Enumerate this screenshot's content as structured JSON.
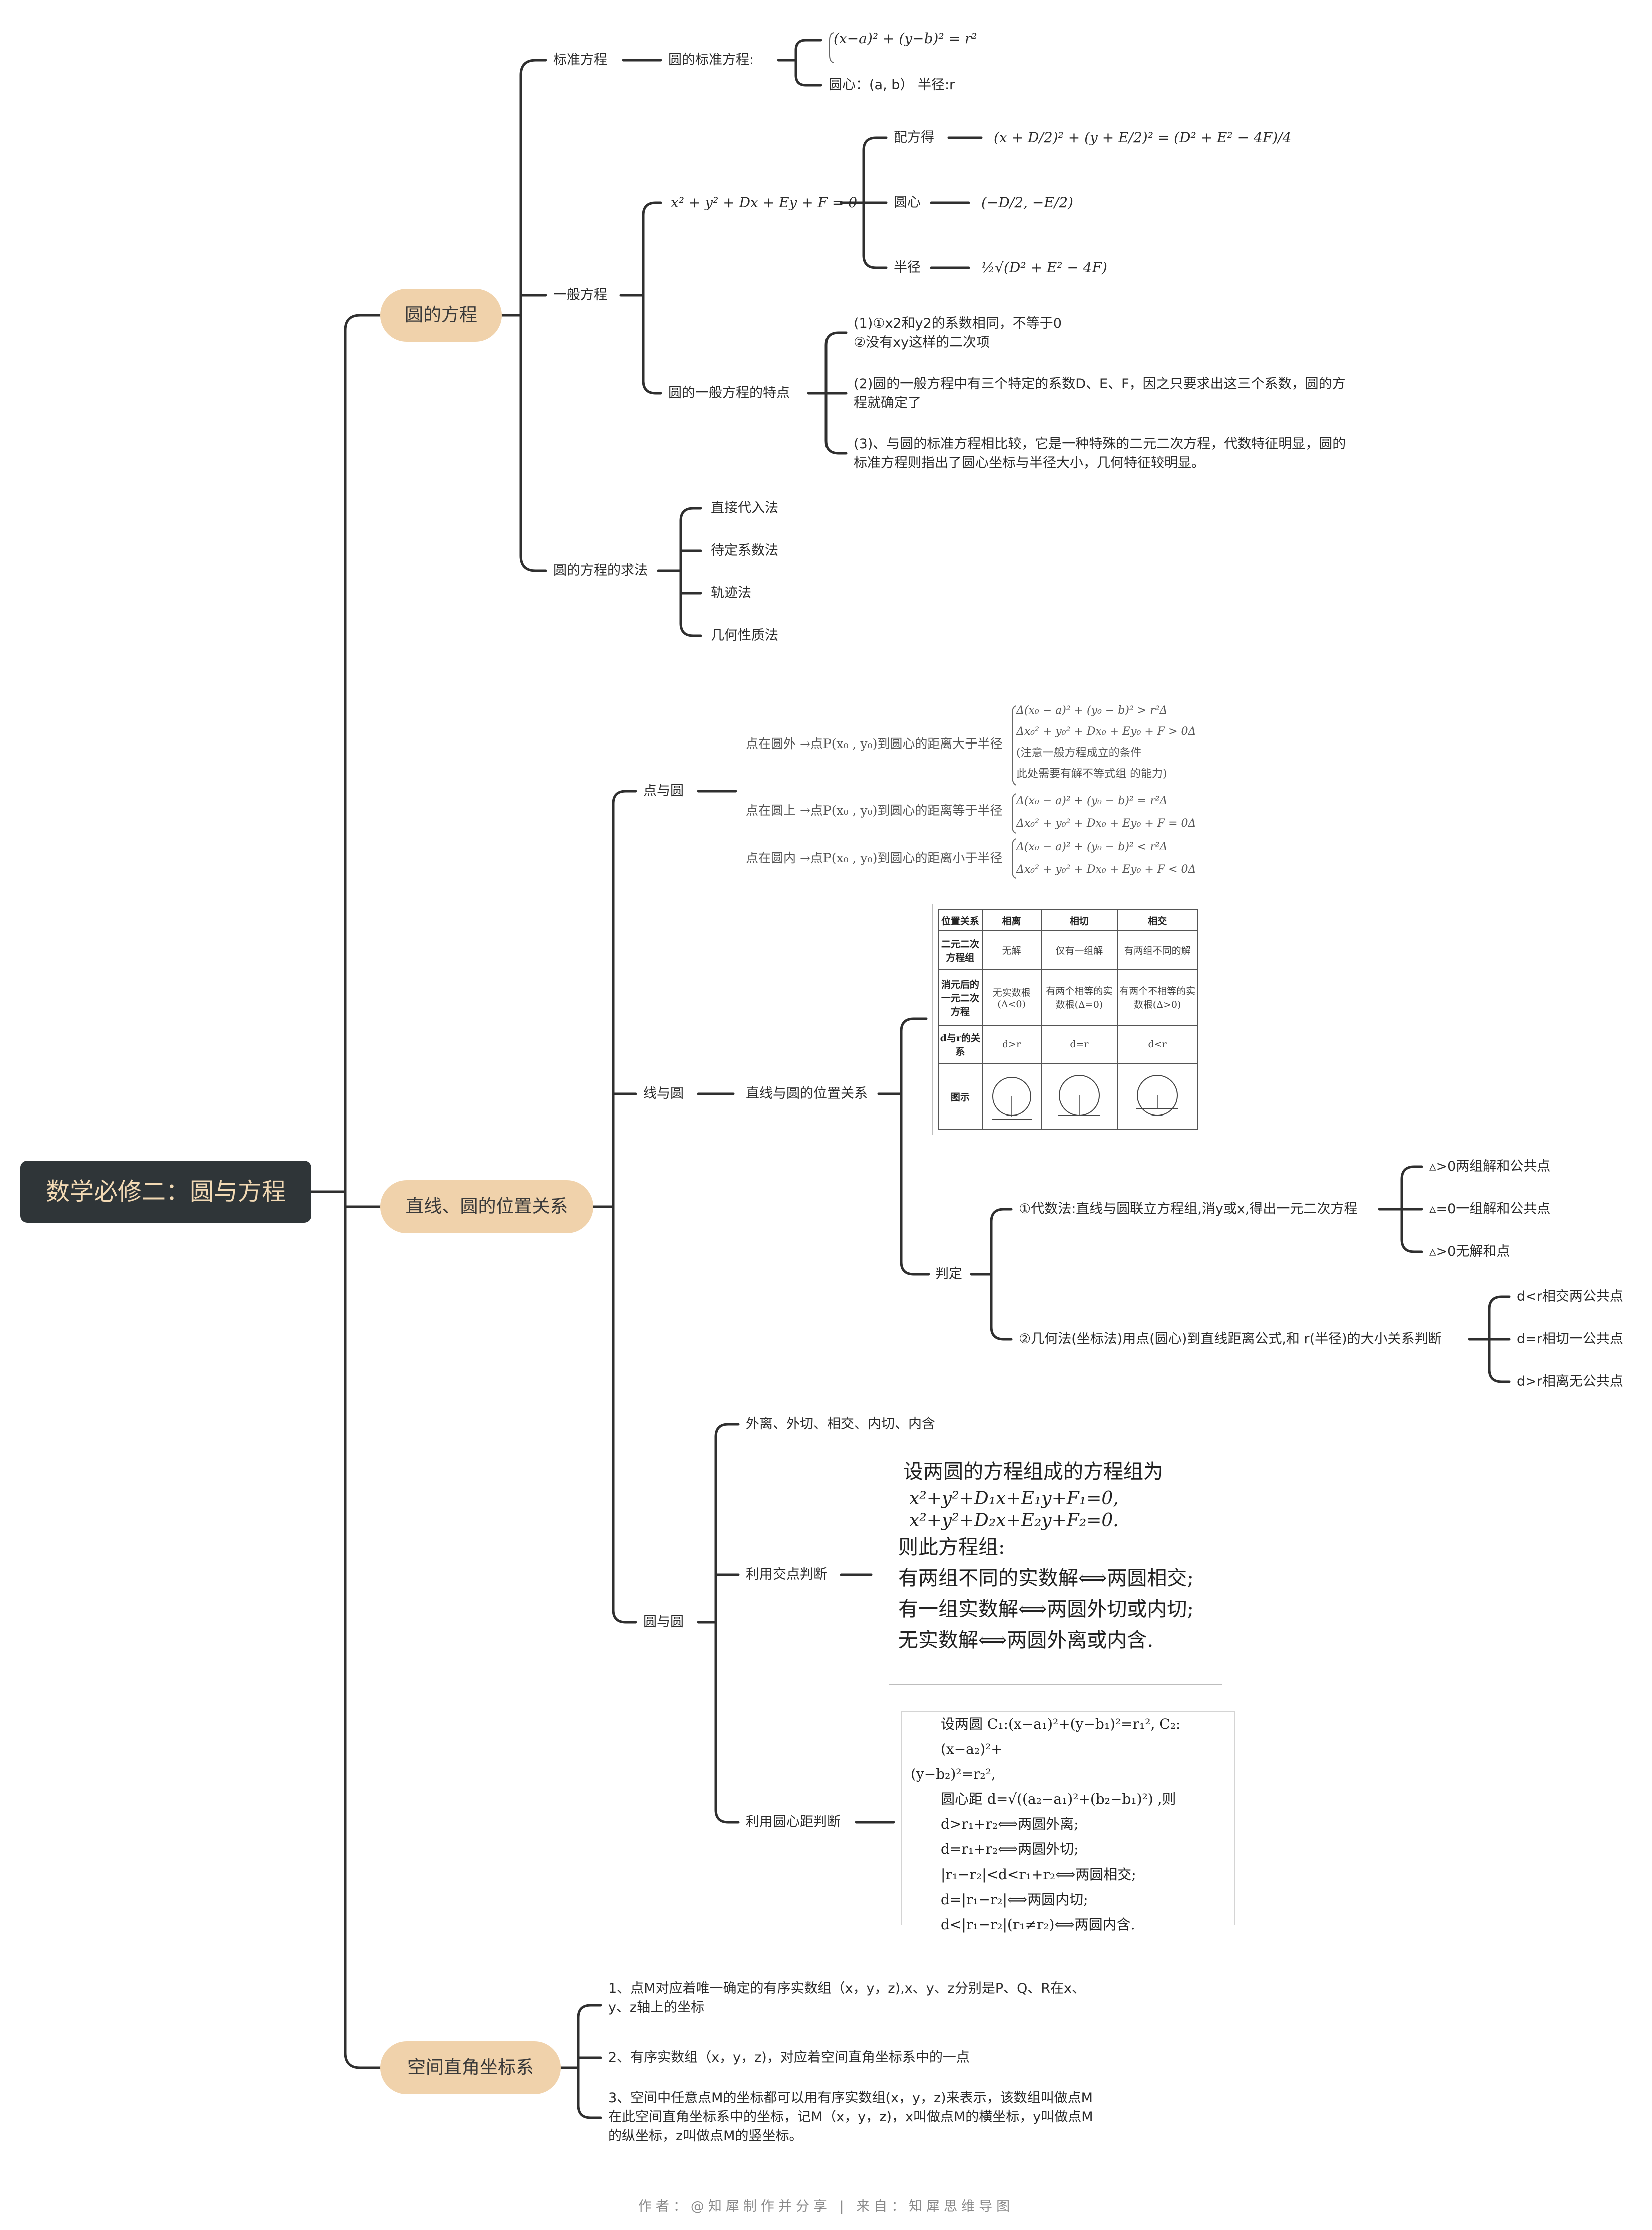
{
  "root": "数学必修二：圆与方程",
  "cat1": {
    "label": "圆的方程",
    "standard": {
      "label": "标准方程",
      "sub": "圆的标准方程:",
      "formula": "(x−a)² + (y−b)² = r²",
      "center": "圆心：(a, b）  半径:r"
    },
    "general": {
      "label": "一般方程",
      "eq": "x² + y² + Dx + Ey + F = 0",
      "complete_label": "配方得",
      "complete_formula": "(x + D/2)² + (y + E/2)² = (D² + E² − 4F)/4",
      "center_label": "圆心",
      "center_formula": "(−D/2, −E/2)",
      "radius_label": "半径",
      "radius_formula": "½√(D² + E² − 4F)",
      "features_label": "圆的一般方程的特点",
      "f1": "(1)①x2和y2的系数相同，不等于0\n②没有xy这样的二次项",
      "f2": "(2)圆的一般方程中有三个特定的系数D、E、F，因之只要求出这三个系数，圆的方程就确定了",
      "f3": "(3)、与圆的标准方程相比较，它是一种特殊的二元二次方程，代数特征明显，圆的标准方程则指出了圆心坐标与半径大小，几何特征较明显。"
    },
    "methods": {
      "label": "圆的方程的求法",
      "items": [
        "直接代入法",
        "待定系数法",
        "轨迹法",
        "几何性质法"
      ]
    }
  },
  "cat2": {
    "label": "直线、圆的位置关系",
    "point": {
      "label": "点与圆",
      "out": "点在圆外 →点P(x₀ , y₀)到圆心的距离大于半径",
      "out_f1": "Δ(x₀ − a)² + (y₀ − b)² > r²Δ",
      "out_f2": "Δx₀² + y₀² + Dx₀ + Ey₀ + F > 0Δ",
      "out_f3": "(注意一般方程成立的条件",
      "out_f4": "此处需要有解不等式组 的能力)",
      "on": "点在圆上 →点P(x₀ , y₀)到圆心的距离等于半径",
      "on_f1": "Δ(x₀ − a)² + (y₀ − b)² = r²Δ",
      "on_f2": "Δx₀² + y₀² + Dx₀ + Ey₀ + F = 0Δ",
      "in": "点在圆内 →点P(x₀ , y₀)到圆心的距离小于半径",
      "in_f1": "Δ(x₀ − a)² + (y₀ − b)² < r²Δ",
      "in_f2": "Δx₀² + y₀² + Dx₀ + Ey₀ + F < 0Δ"
    },
    "line": {
      "label": "线与圆",
      "relation": "直线与圆的位置关系",
      "table": {
        "header": [
          "位置关系",
          "相离",
          "相切",
          "相交"
        ],
        "rows": [
          [
            "二元二次方程组",
            "无解",
            "仅有一组解",
            "有两组不同的解"
          ],
          [
            "消元后的一元二次方程",
            "无实数根(Δ<0)",
            "有两个相等的实数根(Δ=0)",
            "有两个不相等的实数根(Δ>0)"
          ],
          [
            "d与r的关系",
            "d>r",
            "d=r",
            "d<r"
          ],
          [
            "图示",
            "",
            "",
            ""
          ]
        ]
      },
      "judge": "判定",
      "alg": "①代数法:直线与圆联立方程组,消y或x,得出一元二次方程",
      "alg_items": [
        "▵>0两组解和公共点",
        "▵=0一组解和公共点",
        "▵>0无解和点"
      ],
      "geo": "②几何法(坐标法)用点(圆心)到直线距离公式,和 r(半径)的大小关系判断",
      "geo_items": [
        "d<r相交两公共点",
        "d=r相切一公共点",
        "d>r相离无公共点"
      ]
    },
    "circle": {
      "label": "圆与圆",
      "kinds": "外离、外切、相交、内切、内含",
      "intersect_label": "利用交点判断",
      "intersect_lines": [
        "设两圆的方程组成的方程组为",
        "x²+y²+D₁x+E₁y+F₁=0,",
        "x²+y²+D₂x+E₂y+F₂=0.",
        "则此方程组:",
        "有两组不同的实数解⟺两圆相交;",
        "有一组实数解⟺两圆外切或内切;",
        "无实数解⟺两圆外离或内含."
      ],
      "distance_label": "利用圆心距判断",
      "distance_lines": [
        "设两圆 C₁:(x−a₁)²+(y−b₁)²=r₁², C₂:(x−a₂)²+",
        "(y−b₂)²=r₂²,",
        "圆心距 d=√((a₂−a₁)²+(b₂−b₁)²) ,则",
        "d>r₁+r₂⟺两圆外离;",
        "d=r₁+r₂⟺两圆外切;",
        "|r₁−r₂|<d<r₁+r₂⟺两圆相交;",
        "d=|r₁−r₂|⟺两圆内切;",
        "d<|r₁−r₂|(r₁≠r₂)⟺两圆内含."
      ]
    }
  },
  "cat3": {
    "label": "空间直角坐标系",
    "items": [
      "1、点M对应着唯一确定的有序实数组（x，y，z),x、y、z分别是P、Q、R在x、y、z轴上的坐标",
      "2、有序实数组（x，y，z)，对应着空间直角坐标系中的一点",
      "3、空间中任意点M的坐标都可以用有序实数组(x，y，z)来表示，该数组叫做点M在此空间直角坐标系中的坐标，记M（x，y，z)，x叫做点M的横坐标，y叫做点M的纵坐标，z叫做点M的竖坐标。"
    ]
  },
  "footer": "作者：@知犀制作并分享 | 来自：知犀思维导图"
}
